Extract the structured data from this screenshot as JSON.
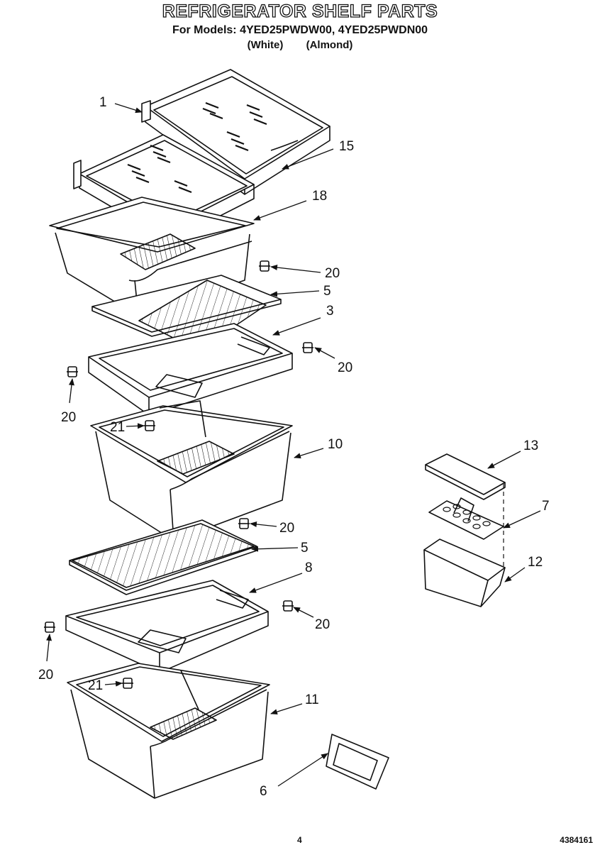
{
  "header": {
    "title": "REFRIGERATOR SHELF PARTS",
    "models_line": "For Models: 4YED25PWDW00, 4YED25PWDN00",
    "color_white": "(White)",
    "color_almond": "(Almond)"
  },
  "callouts": {
    "c1": "1",
    "c15": "15",
    "c18": "18",
    "c20a": "20",
    "c5a": "5",
    "c3": "3",
    "c20b": "20",
    "c20c": "20",
    "c21a": "21",
    "c10": "10",
    "c13": "13",
    "c7": "7",
    "c20d": "20",
    "c5b": "5",
    "c12": "12",
    "c8": "8",
    "c20e": "20",
    "c20f": "20",
    "c21b": "21",
    "c11": "11",
    "c6": "6"
  },
  "footer": {
    "page_number": "4",
    "document_number": "4384161"
  }
}
